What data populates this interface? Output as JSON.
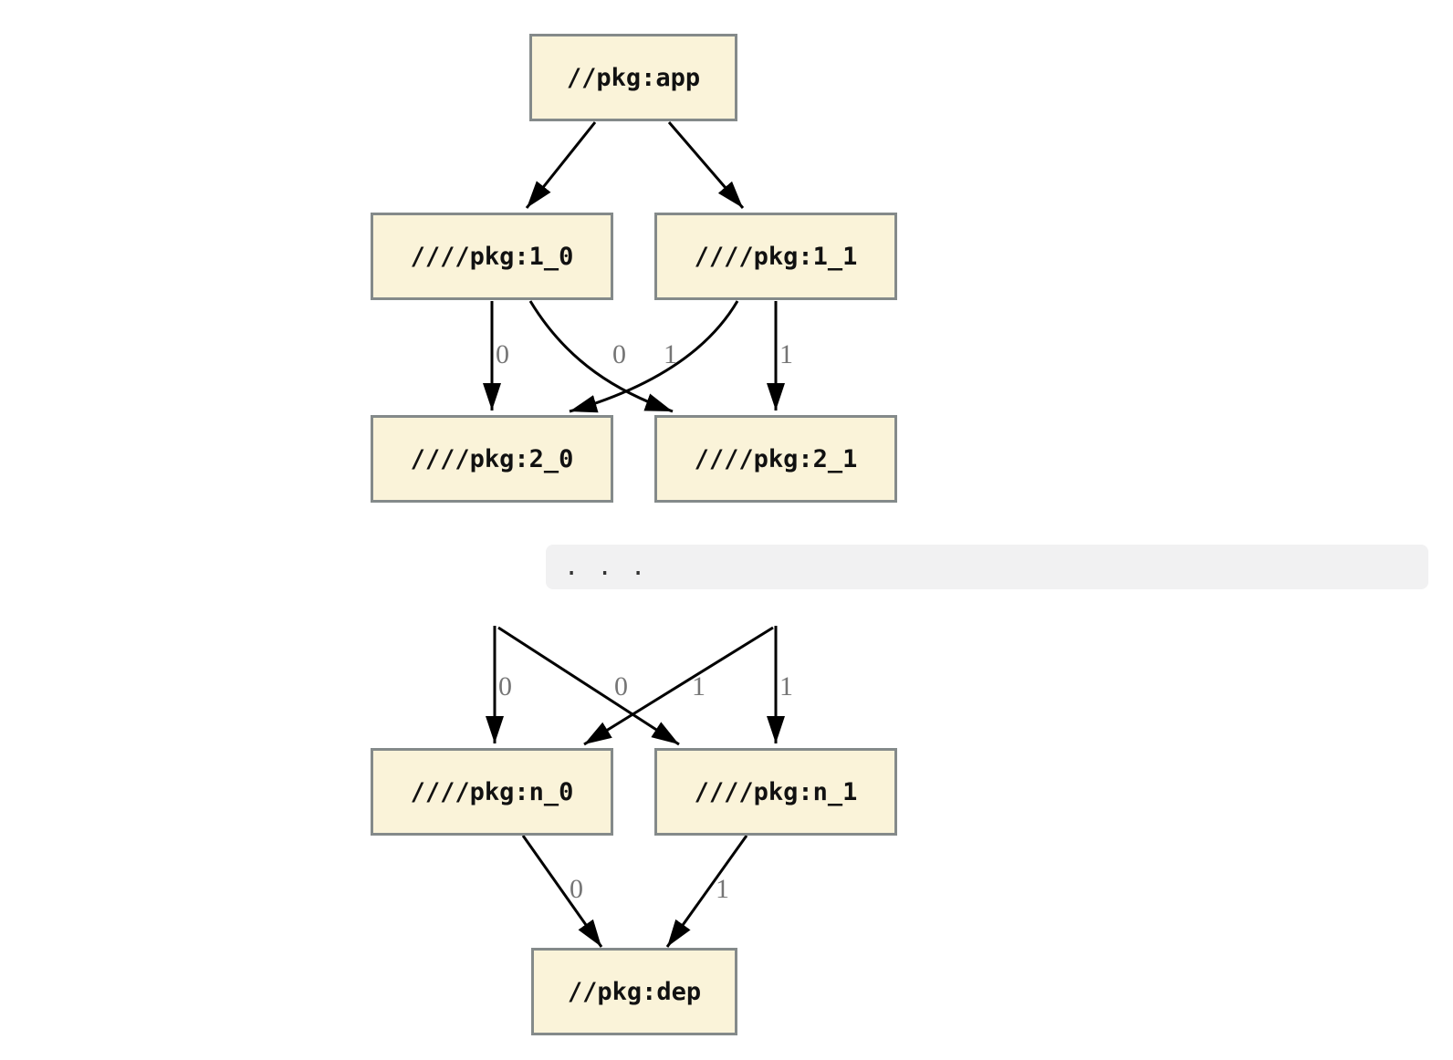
{
  "diagram": {
    "nodes": {
      "app": {
        "label": "//pkg:app"
      },
      "n1_0": {
        "label": "////pkg:1_0"
      },
      "n1_1": {
        "label": "////pkg:1_1"
      },
      "n2_0": {
        "label": "////pkg:2_0"
      },
      "n2_1": {
        "label": "////pkg:2_1"
      },
      "nn_0": {
        "label": "////pkg:n_0"
      },
      "nn_1": {
        "label": "////pkg:n_1"
      },
      "dep": {
        "label": "//pkg:dep"
      }
    },
    "edges": [
      {
        "from": "//pkg:app",
        "to": "////pkg:1_0",
        "label": ""
      },
      {
        "from": "//pkg:app",
        "to": "////pkg:1_1",
        "label": ""
      },
      {
        "from": "////pkg:1_0",
        "to": "////pkg:2_0",
        "label": "0"
      },
      {
        "from": "////pkg:1_0",
        "to": "////pkg:2_1",
        "label": "1"
      },
      {
        "from": "////pkg:1_1",
        "to": "////pkg:2_0",
        "label": "0"
      },
      {
        "from": "////pkg:1_1",
        "to": "////pkg:2_1",
        "label": "1"
      },
      {
        "from": "...",
        "to": "////pkg:n_0",
        "label": "0"
      },
      {
        "from": "...",
        "to": "////pkg:n_1",
        "label": "1"
      },
      {
        "from": "...",
        "to": "////pkg:n_0",
        "label": "0"
      },
      {
        "from": "...",
        "to": "////pkg:n_1",
        "label": "1"
      },
      {
        "from": "////pkg:n_0",
        "to": "//pkg:dep",
        "label": "0"
      },
      {
        "from": "////pkg:n_1",
        "to": "//pkg:dep",
        "label": "1"
      }
    ],
    "ellipsis_text": ". . .",
    "colors": {
      "node_fill": "#FAF3D9",
      "node_border": "#848A8A",
      "edge": "#000000",
      "edge_label": "#757575",
      "ellipsis_bg": "#F1F1F2",
      "node_text": "#111111"
    }
  }
}
